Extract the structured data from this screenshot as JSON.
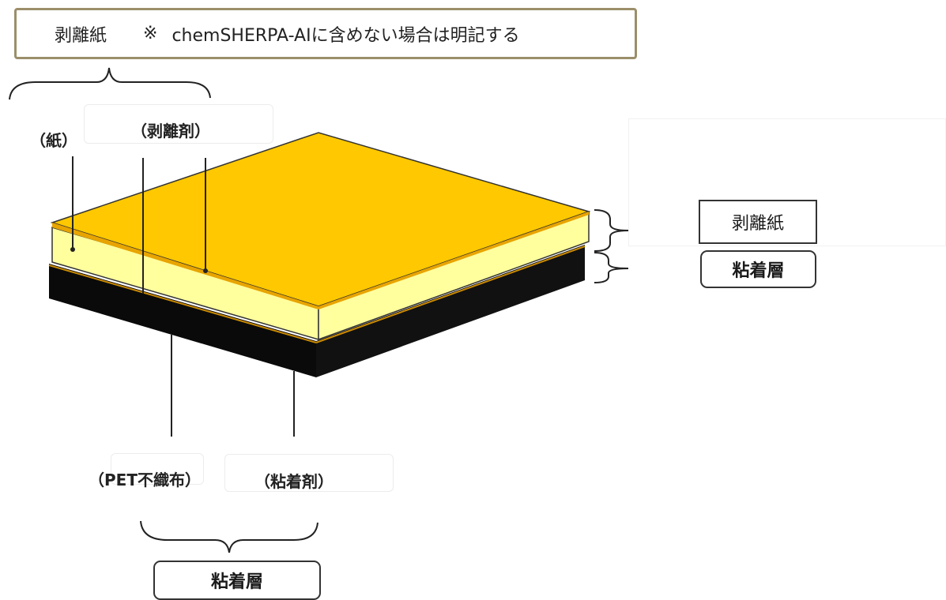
{
  "header": {
    "release_liner": "剥離紙",
    "note_mark": "※",
    "note_text": "chemSHERPA-AIに含めない場合は明記する"
  },
  "labels": {
    "paper": "（紙）",
    "release_agent": "（剥離剤）",
    "pet_nonwoven": "（PET不織布）",
    "adhesive_agent": "（粘着剤）"
  },
  "legend": {
    "release_liner": "剥離紙",
    "adhesive_layer": "粘着層"
  },
  "bottom": {
    "adhesive_layer": "粘着層"
  },
  "colors": {
    "top_face": "#ffc800",
    "paper_side": "#ffff9e",
    "adhesive_black": "#0a0a0a",
    "frame_border": "#9b8f6a"
  }
}
